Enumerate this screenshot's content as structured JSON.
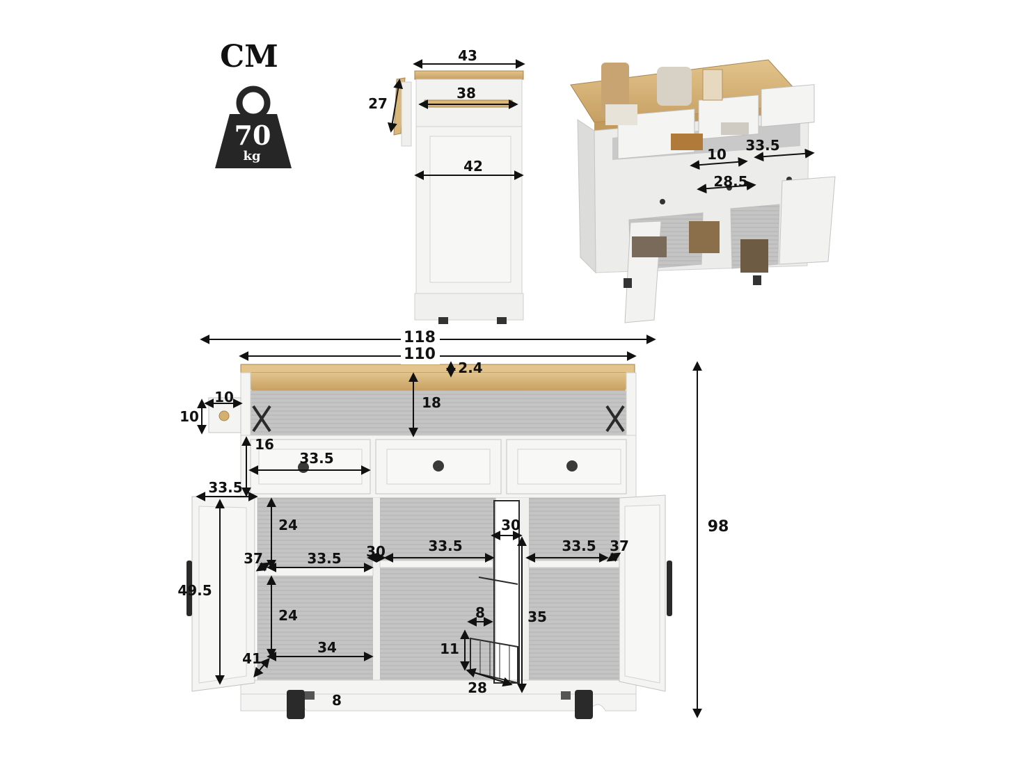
{
  "unit_label": "CM",
  "weight": {
    "value": "70",
    "unit": "kg"
  },
  "colors": {
    "wood_top": "#d9b67a",
    "wood_edge": "#b89058",
    "cabinet_white": "#f4f4f2",
    "panel_grey": "#d8d8d8",
    "interior_grey": "#b9b9b9",
    "metal_black": "#2a2a2a",
    "dimension_line": "#111111"
  },
  "side_view": {
    "top_width": "43",
    "drawer_width": "38",
    "cabinet_width": "42",
    "flap_height": "27"
  },
  "perspective_view": {
    "drawer_width_left": "10",
    "drawer_width_right": "33.5",
    "drawer_depth": "28.5"
  },
  "front_view": {
    "overall_width": "118",
    "top_width": "110",
    "top_thickness": "2.4",
    "open_shelf_height": "18",
    "total_height": "98",
    "hook_width": "10",
    "hook_height": "10",
    "drawer_height": "16",
    "drawer_width": "33.5",
    "door_width": "33.5",
    "door_height": "49.5",
    "left_upper_shelf_height": "24",
    "left_lower_shelf_height": "24",
    "left_shelf_width": "33.5",
    "left_shelf_depth": "37",
    "left_bottom_width": "34",
    "left_bottom_depth": "41",
    "center_spacing": "30",
    "center_shelf_width": "33.5",
    "rack_depth": "30",
    "rack_height": "35",
    "basket_width": "8",
    "basket_height": "11",
    "basket_depth": "28",
    "right_shelf_width": "33.5",
    "right_shelf_depth": "37",
    "base_height": "8"
  }
}
